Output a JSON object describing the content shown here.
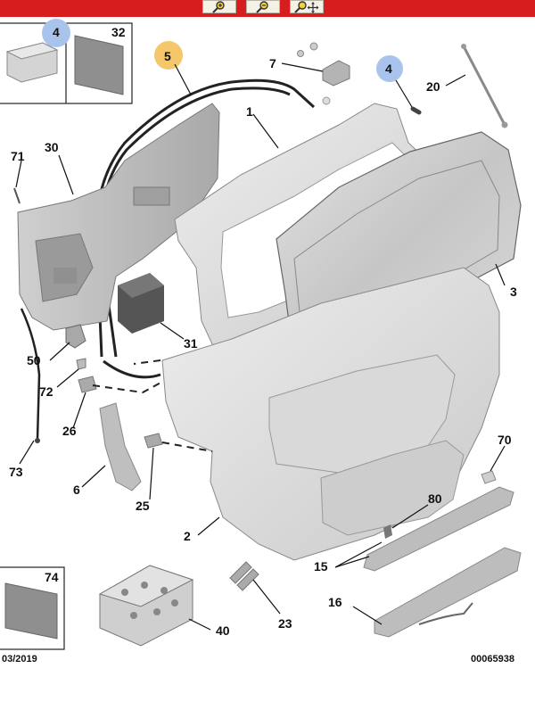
{
  "toolbar": {
    "buttons": [
      {
        "name": "zoom-in-icon"
      },
      {
        "name": "zoom-out-icon"
      },
      {
        "name": "zoom-pan-icon"
      }
    ]
  },
  "labels": {
    "p1": "1",
    "p2": "2",
    "p3": "3",
    "p4a": "4",
    "p4b": "4",
    "p5": "5",
    "p6": "6",
    "p7": "7",
    "p15": "15",
    "p16": "16",
    "p20": "20",
    "p23": "23",
    "p25": "25",
    "p26": "26",
    "p30": "30",
    "p31": "31",
    "p32": "32",
    "p40": "40",
    "p50": "50",
    "p70": "70",
    "p71": "71",
    "p72": "72",
    "p73": "73",
    "p74": "74",
    "p80": "80"
  },
  "footer": {
    "date": "03/2019",
    "ref": "00065938"
  },
  "colors": {
    "toolbar": "#d61e1e",
    "highlight_blue": "#a9c4ec",
    "highlight_orange": "#f4c76a"
  }
}
